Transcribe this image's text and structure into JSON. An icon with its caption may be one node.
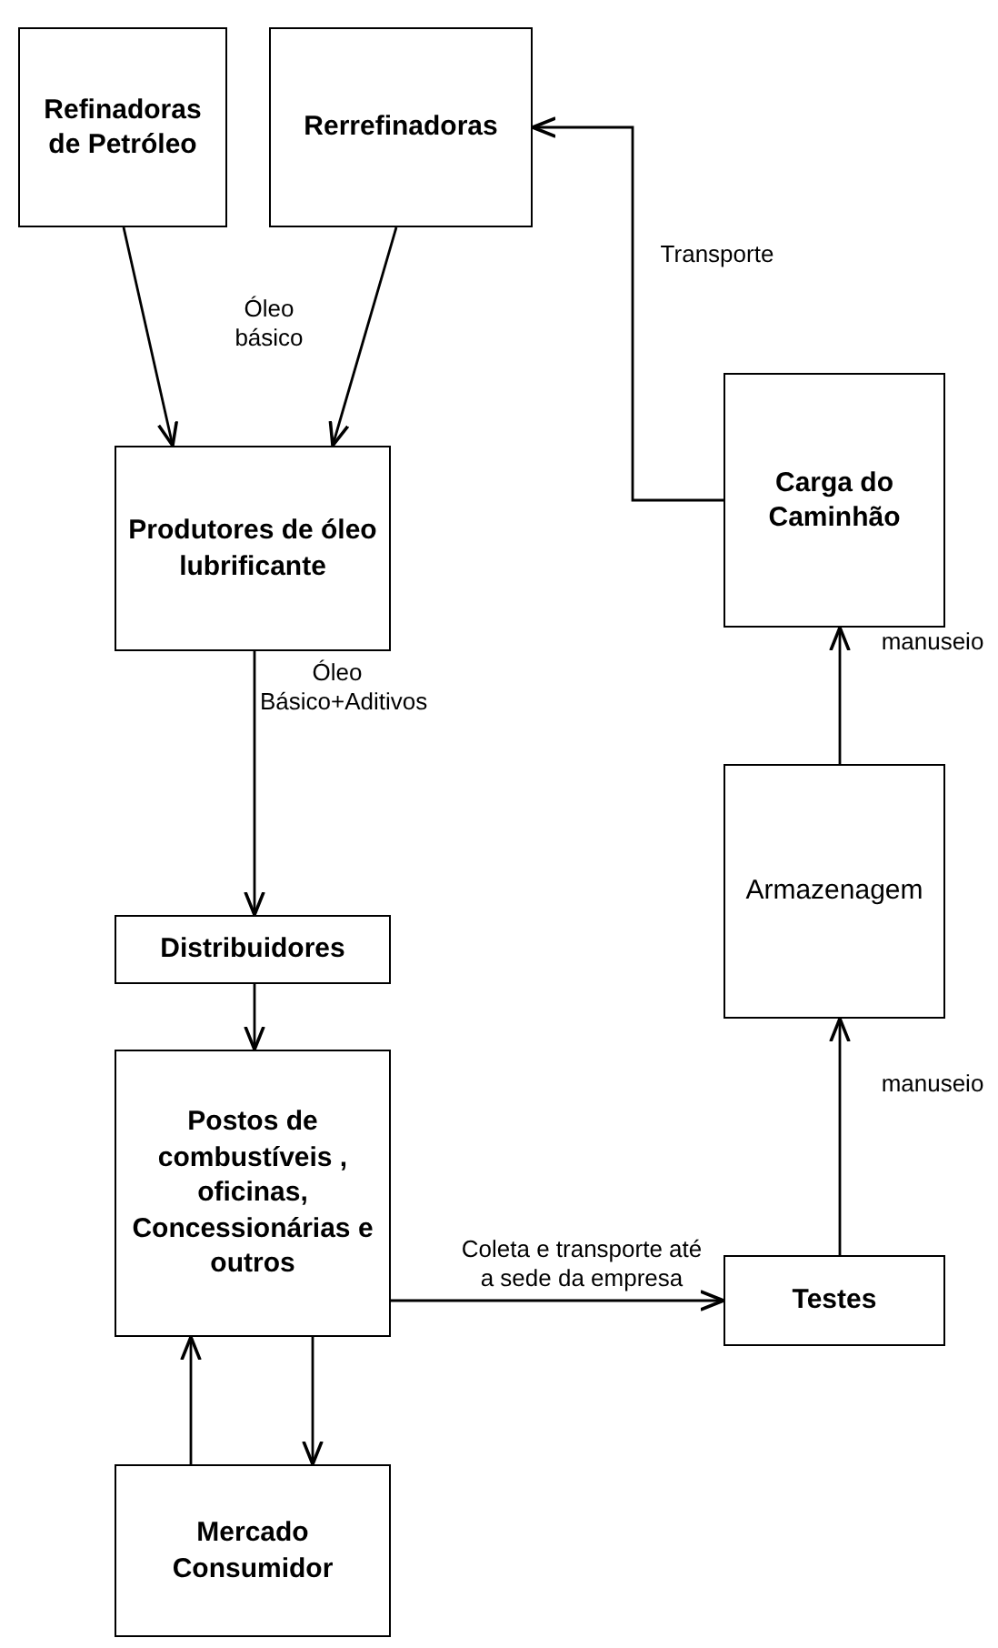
{
  "diagram": {
    "nodes": [
      {
        "text": [
          "Refinadoras de Petróleo"
        ]
      },
      {
        "text": [
          "Rerrefinadoras"
        ]
      },
      {
        "text": [
          "Produtores de óleo lubrificante"
        ]
      },
      {
        "text": [
          "Distribuidores"
        ]
      },
      {
        "text": [
          "Postos de combustíveis , oficinas, Concessionárias e outros"
        ]
      },
      {
        "text": [
          "Mercado Consumidor"
        ]
      },
      {
        "text": [
          "Testes"
        ]
      },
      {
        "text": [
          "Armazenagem"
        ]
      },
      {
        "text": [
          "Carga do Caminhão"
        ]
      }
    ],
    "edges": [
      {
        "from": 0,
        "to": 2,
        "arrow": "to"
      },
      {
        "from": 1,
        "to": 2,
        "arrow": "to"
      },
      {
        "from": 2,
        "to": 3,
        "arrow": "to",
        "label": "Óleo Básico+Aditivos"
      },
      {
        "from": 3,
        "to": 4,
        "arrow": "to"
      },
      {
        "from": 5,
        "to": 4,
        "arrow": "to"
      },
      {
        "from": 4,
        "to": 5,
        "arrow": "to"
      },
      {
        "from": 4,
        "to": 6,
        "arrow": "to",
        "label": "Coleta e transporte até a sede da empresa"
      },
      {
        "from": 6,
        "to": 7,
        "arrow": "to",
        "label": "manuseio"
      },
      {
        "from": 7,
        "to": 8,
        "arrow": "to",
        "label": "manuseio"
      },
      {
        "from": 8,
        "to": 1,
        "arrow": "to",
        "label": "Transporte"
      }
    ],
    "labels": [
      "Óleo básico"
    ]
  }
}
